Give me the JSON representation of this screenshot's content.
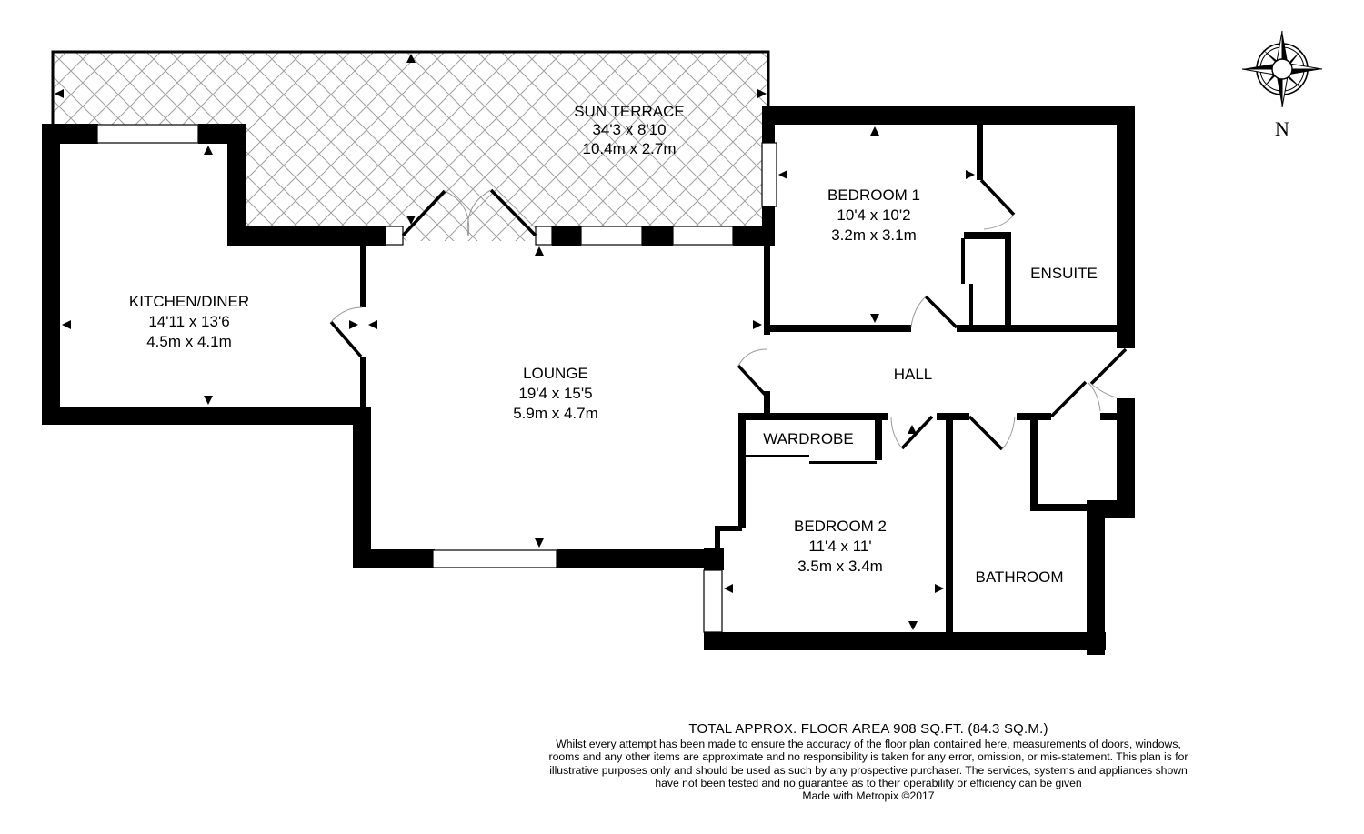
{
  "plan": {
    "rooms": [
      {
        "id": "sun-terrace",
        "name": "SUN TERRACE",
        "imperial": "34'3 x 8'10",
        "metric": "10.4m x 2.7m"
      },
      {
        "id": "kitchen-diner",
        "name": "KITCHEN/DINER",
        "imperial": "14'11 x 13'6",
        "metric": "4.5m x 4.1m"
      },
      {
        "id": "lounge",
        "name": "LOUNGE",
        "imperial": "19'4 x 15'5",
        "metric": "5.9m x 4.7m"
      },
      {
        "id": "bedroom-1",
        "name": "BEDROOM 1",
        "imperial": "10'4 x 10'2",
        "metric": "3.2m x 3.1m"
      },
      {
        "id": "ensuite",
        "name": "ENSUITE"
      },
      {
        "id": "hall",
        "name": "HALL"
      },
      {
        "id": "wardrobe",
        "name": "WARDROBE"
      },
      {
        "id": "bedroom-2",
        "name": "BEDROOM 2",
        "imperial": "11'4 x 11'",
        "metric": "3.5m x 3.4m"
      },
      {
        "id": "bathroom",
        "name": "BATHROOM"
      }
    ],
    "compass": {
      "label": "N",
      "icon": "compass-rose-icon"
    },
    "colors": {
      "wall": "#000000",
      "background": "#ffffff",
      "hatch": "#a0a0a0",
      "door_arc": "#999999"
    }
  },
  "footer": {
    "total_area": "TOTAL APPROX. FLOOR AREA 908 SQ.FT. (84.3 SQ.M.)",
    "disclaimer": "Whilst every attempt has been made to ensure the accuracy of the floor plan contained here, measurements of doors, windows, rooms and any other items are approximate and no responsibility is taken for any error, omission, or mis-statement. This plan is for illustrative purposes only and should be used as such by any prospective purchaser. The services, systems and appliances shown have not been tested and no guarantee as to their operability or efficiency can be given",
    "made_with": "Made with Metropix ©2017"
  }
}
